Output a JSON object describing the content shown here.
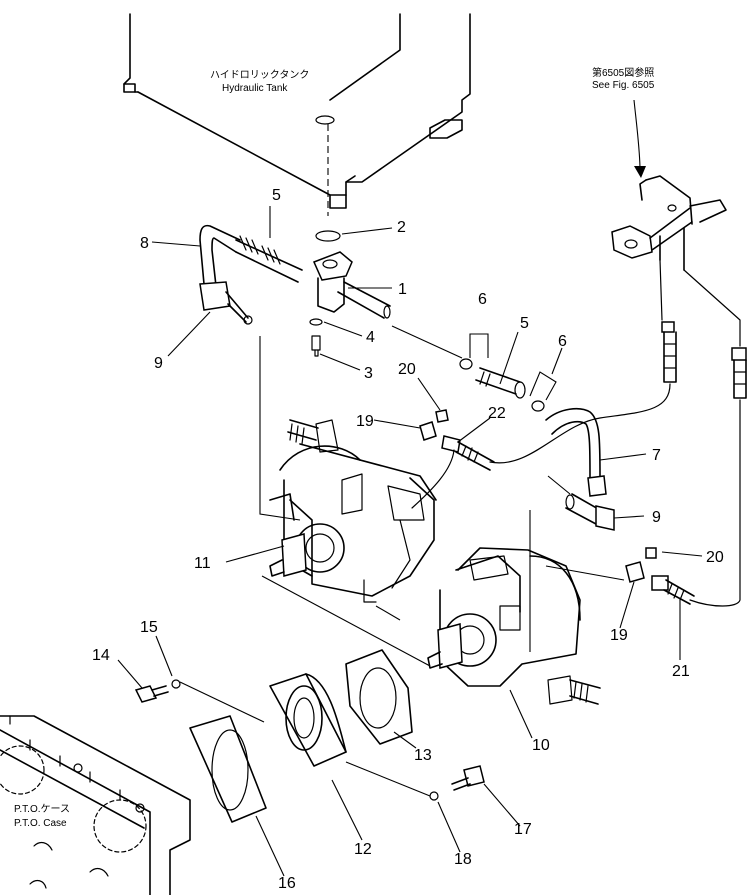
{
  "labels": {
    "tank_jp": "ハイドロリックタンク",
    "tank_en": "Hydraulic Tank",
    "ref_jp": "第6505図参照",
    "ref_en": "See Fig. 6505",
    "pto_jp": "P.T.O.ケース",
    "pto_en": "P.T.O. Case"
  },
  "callouts": {
    "c1": "1",
    "c2": "2",
    "c3": "3",
    "c4": "4",
    "c5a": "5",
    "c5b": "5",
    "c6a": "6",
    "c6b": "6",
    "c7": "7",
    "c8": "8",
    "c9a": "9",
    "c9b": "9",
    "c10": "10",
    "c11": "11",
    "c12": "12",
    "c13": "13",
    "c14": "14",
    "c15": "15",
    "c16": "16",
    "c17": "17",
    "c18": "18",
    "c19a": "19",
    "c19b": "19",
    "c20a": "20",
    "c20b": "20",
    "c21": "21",
    "c22": "22"
  }
}
